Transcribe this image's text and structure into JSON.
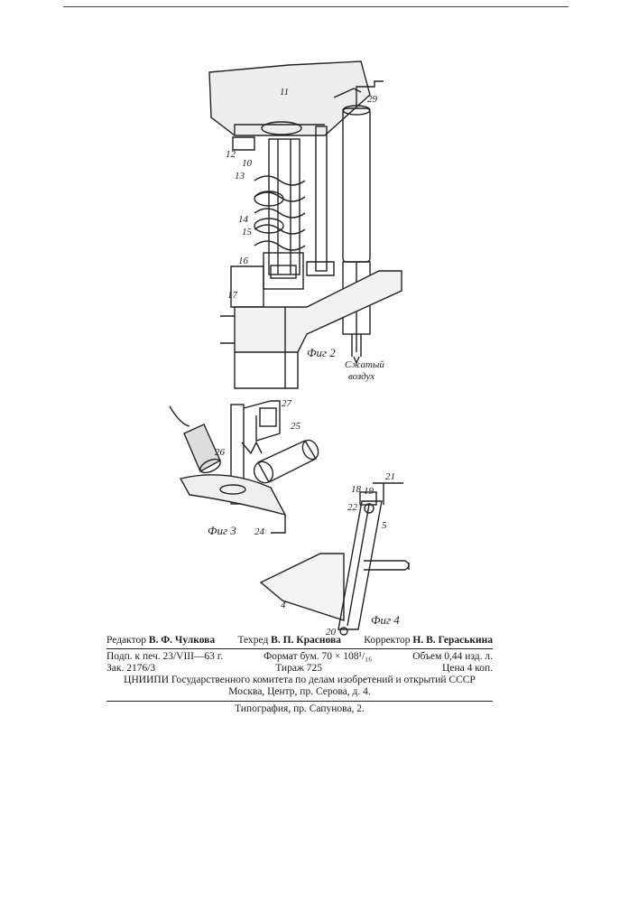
{
  "figures": {
    "fig2": {
      "caption": "Фиг 2",
      "labels": {
        "l11": "11",
        "l29": "29",
        "l12": "12",
        "l10": "10",
        "l13": "13",
        "l14": "14",
        "l15": "15",
        "l16": "16",
        "l17": "17"
      },
      "air_line1": "Сжатый",
      "air_line2": "воздух"
    },
    "fig3": {
      "caption": "Фиг 3",
      "labels": {
        "l26": "26",
        "l27": "27",
        "l25": "25",
        "l24": "24"
      }
    },
    "fig4": {
      "caption": "Фиг 4",
      "labels": {
        "l21": "21",
        "l18": "18",
        "l19": "19",
        "l22": "22",
        "l5": "5",
        "l4": "4",
        "l20": "20"
      }
    }
  },
  "imprint": {
    "editor_label": "Редактор",
    "editor_name": "В. Ф. Чулкова",
    "techred_label": "Техред",
    "techred_name": "В. П. Краснова",
    "corrector_label": "Корректор",
    "corrector_name": "Н. В. Гераськина",
    "signed": "Подп. к печ. 23/VIII—63 г.",
    "format": "Формат бум. 70 × 108¹/₁₆",
    "volume": "Объем 0,44 изд. л.",
    "order": "Зак. 2176/3",
    "print_run": "Тираж 725",
    "price": "Цена 4 коп.",
    "institute": "ЦНИИПИ Государственного комитета по делам изобретений и открытий СССР",
    "address": "Москва, Центр, пр. Серова, д. 4.",
    "printing_house": "Типография, пр. Сапунова, 2."
  }
}
